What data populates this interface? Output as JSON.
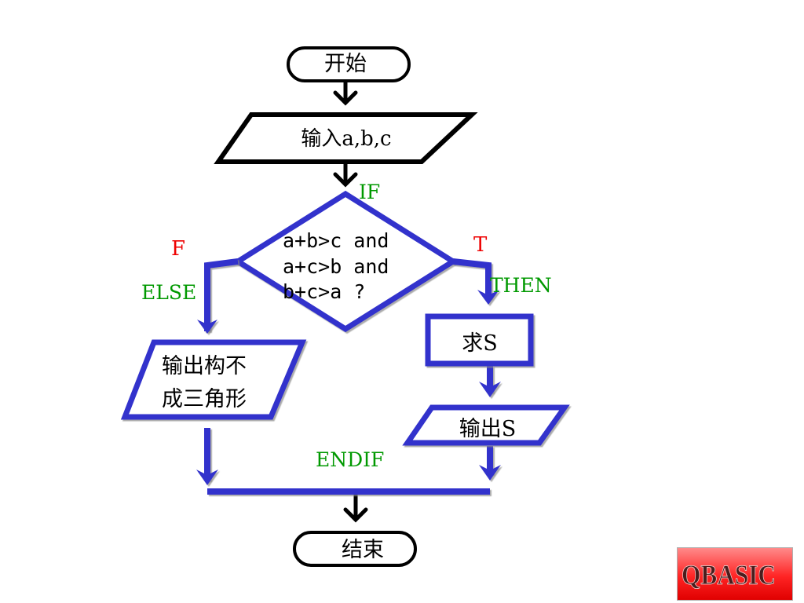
{
  "colors": {
    "blue": "#3333cc",
    "black": "#000000",
    "green": "#009900",
    "red": "#ee0000"
  },
  "nodes": {
    "start": "开始",
    "input": "输入a,b,c",
    "condition": [
      "a+b>c and",
      "a+c>b and",
      "b+c>a ?"
    ],
    "else_output": [
      "输出构不",
      "成三角形"
    ],
    "compute": "求S",
    "output_s": "输出S",
    "end": "结束"
  },
  "labels": {
    "if": "IF",
    "false": "F",
    "else": "ELSE",
    "true": "T",
    "then": "THEN",
    "endif": "ENDIF"
  },
  "logo": {
    "text": "QBASIC",
    "icon": "qbasic-logo-icon"
  }
}
